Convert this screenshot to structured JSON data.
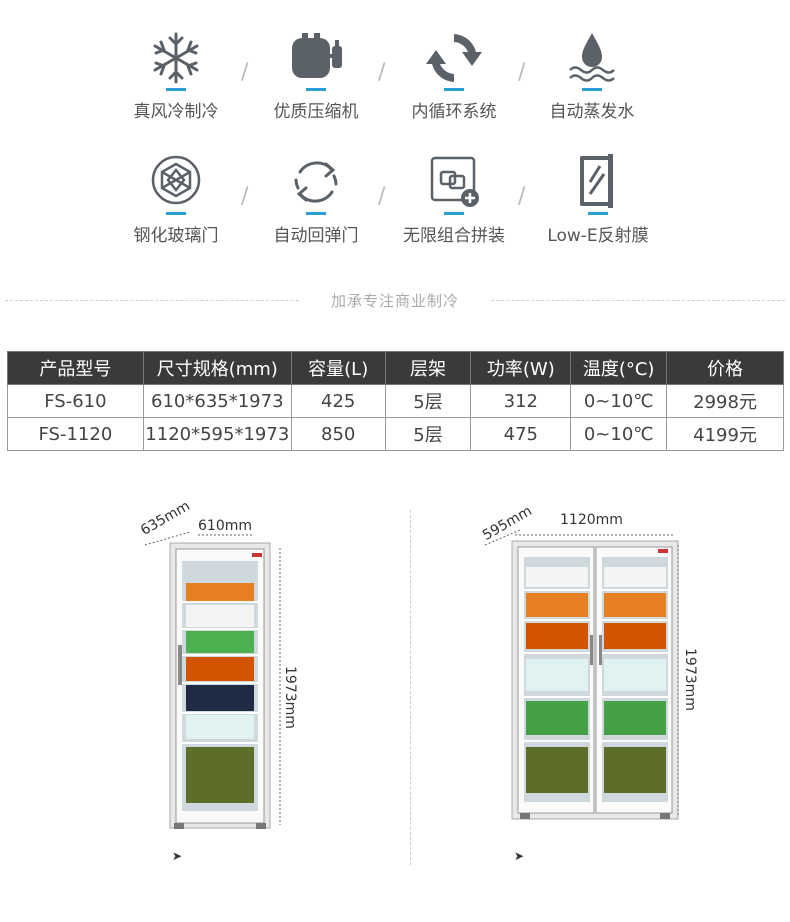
{
  "features": [
    {
      "label": "真风冷制冷",
      "icon": "snowflake-icon"
    },
    {
      "label": "优质压缩机",
      "icon": "compressor-icon"
    },
    {
      "label": "内循环系统",
      "icon": "recycle-arrows-icon"
    },
    {
      "label": "自动蒸发水",
      "icon": "water-drop-icon"
    },
    {
      "label": "钢化玻璃门",
      "icon": "diamond-icon"
    },
    {
      "label": "自动回弹门",
      "icon": "rotate-arrows-icon"
    },
    {
      "label": "无限组合拼装",
      "icon": "combine-plus-icon"
    },
    {
      "label": "Low-E反射膜",
      "icon": "glass-film-icon"
    }
  ],
  "separator": "/",
  "tagline": "加承专注商业制冷",
  "table": {
    "headers": [
      "产品型号",
      "尺寸规格(mm)",
      "容量(L)",
      "层架",
      "功率(W)",
      "温度(°C)",
      "价格"
    ],
    "rows": [
      [
        "FS-610",
        "610*635*1973",
        "425",
        "5层",
        "312",
        "0~10℃",
        "2998元"
      ],
      [
        "FS-1120",
        "1120*595*1973",
        "850",
        "5层",
        "475",
        "0~10℃",
        "4199元"
      ]
    ]
  },
  "fridges": [
    {
      "depth": "635mm",
      "width": "610mm",
      "height": "1973mm"
    },
    {
      "depth": "595mm",
      "width": "1120mm",
      "height": "1973mm"
    }
  ],
  "arrow": "➤",
  "colors": {
    "accent": "#2ba0d8",
    "icon_gray": "#555e66",
    "header_bg": "#3a3a3a"
  }
}
